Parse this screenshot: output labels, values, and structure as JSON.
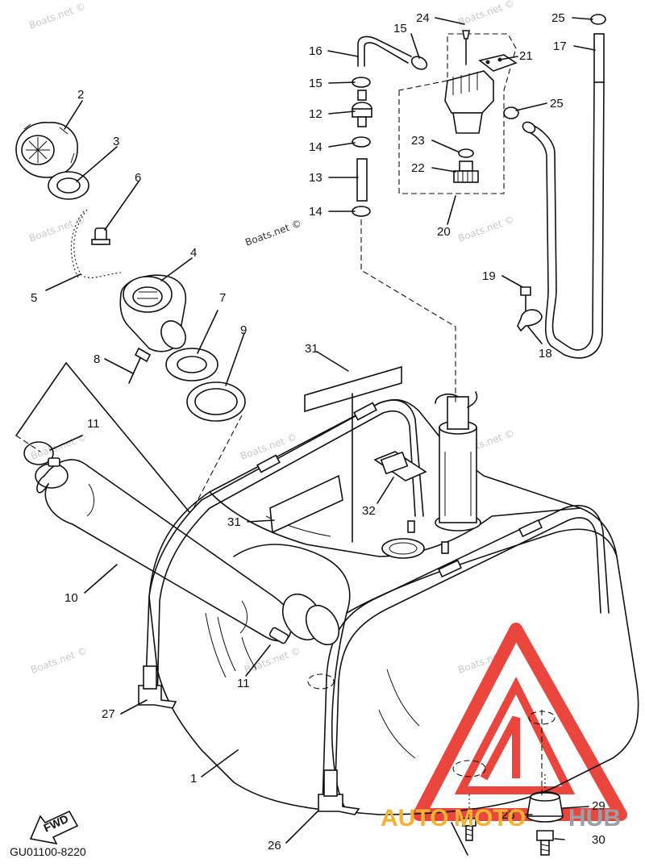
{
  "diagram": {
    "callouts": [
      "1",
      "2",
      "3",
      "4",
      "5",
      "6",
      "7",
      "8",
      "9",
      "10",
      "11",
      "11",
      "12",
      "13",
      "14",
      "14",
      "15",
      "15",
      "16",
      "17",
      "18",
      "19",
      "20",
      "21",
      "22",
      "23",
      "24",
      "25",
      "25",
      "26",
      "27",
      "28",
      "29",
      "30",
      "31",
      "31",
      "32"
    ],
    "fwd_label": "FWD",
    "drawing_code": "GU01100-8220",
    "watermark": "Boats.net ©",
    "brand": {
      "part1": "AUTO",
      "part2": "MOTO",
      "part3": "HUB",
      "color_primary": "#f4b234",
      "color_secondary": "#9aa0a6",
      "logo_color": "#e8332a"
    }
  }
}
